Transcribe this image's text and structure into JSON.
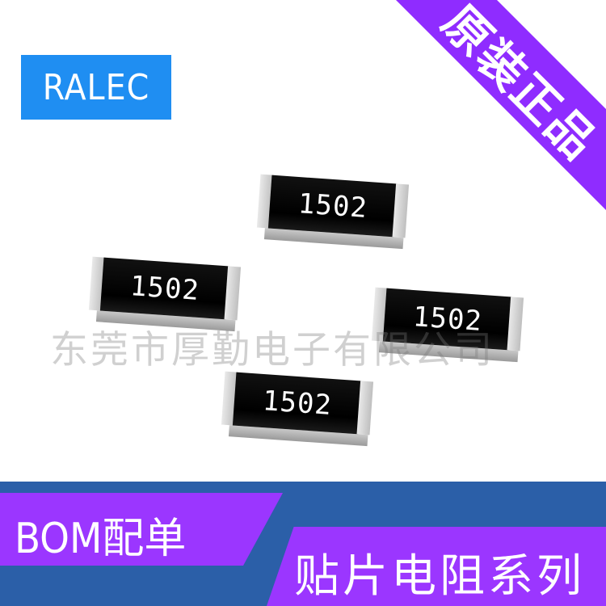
{
  "brand": {
    "label": "RALEC"
  },
  "ribbon": {
    "text": "原装正品",
    "color": "#8f2cff"
  },
  "watermark": {
    "text": "东莞市厚勤电子有限公司"
  },
  "chips": [
    {
      "code": "1502"
    },
    {
      "code": "1502"
    },
    {
      "code": "1502"
    },
    {
      "code": "1502"
    }
  ],
  "bottom": {
    "left_label": "BOM配单",
    "right_label": "贴片电阻系列",
    "panel_color": "#9b36ff",
    "band_color": "#2b5fa8"
  }
}
